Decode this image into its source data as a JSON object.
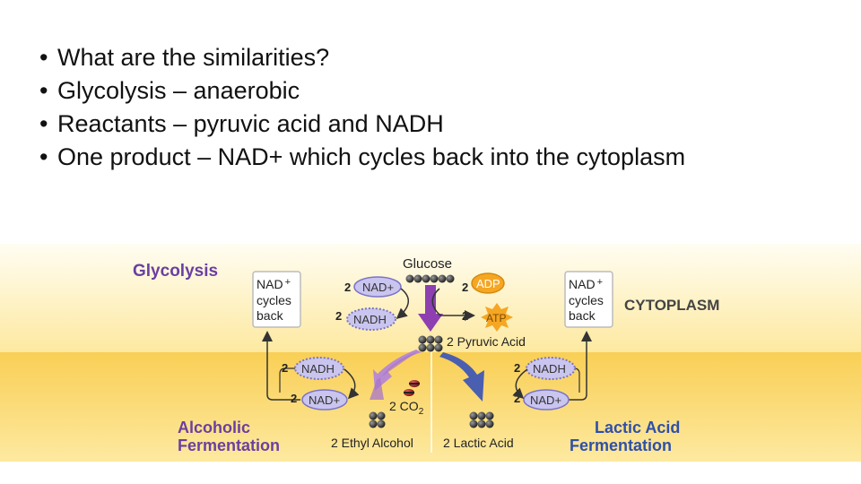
{
  "slide": {
    "bullets": [
      "What are the similarities?",
      "Glycolysis – anaerobic",
      "Reactants – pyruvic acid and NADH",
      "One product – NAD+ which cycles back into the cytoplasm"
    ],
    "bullet_symbol": "•"
  },
  "diagram": {
    "glycolysis_label": "Glycolysis",
    "cytoplasm_label": "CYTOPLASM",
    "glucose_label": "Glucose",
    "pyruvic_acid_label": "2 Pyruvic Acid",
    "ethyl_alcohol_label": "2 Ethyl Alcohol",
    "lactic_acid_label": "2 Lactic Acid",
    "co2_label": "2 CO",
    "co2_subscript": "2",
    "alcoholic_label_1": "Alcoholic",
    "alcoholic_label_2": "Fermentation",
    "lactic_label_1": "Lactic Acid",
    "lactic_label_2": "Fermentation",
    "nad_plus": "NAD+",
    "nadh": "NADH",
    "adp": "ADP",
    "atp": "ATP",
    "coefficient": "2",
    "recycle_box": {
      "line1": "NAD",
      "sup": "+",
      "line2": "cycles",
      "line3": "back"
    },
    "colors": {
      "band_top": "#fde9a0",
      "band_bottom": "#f8c848",
      "title_purple": "#6b3fa0",
      "lactic_blue": "#2f4fa8",
      "arrow_purple": "#8e3fb0",
      "arrow_lilac": "#b98ad0",
      "arrow_blue": "#4a5fb0",
      "nad_fill": "#c9c5ef",
      "adp_fill": "#f5a623"
    }
  }
}
